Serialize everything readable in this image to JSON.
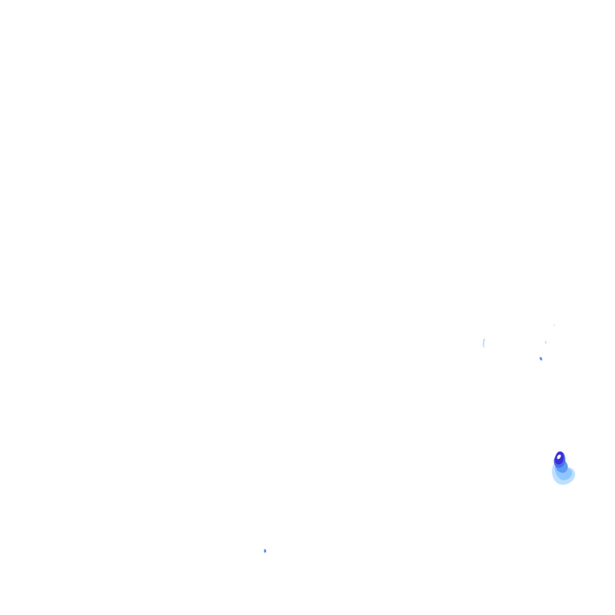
{
  "map": {
    "type": "precipitation-radar-overlay",
    "background": "#ffffff",
    "legend_colors": {
      "light": "#b8dcff",
      "light_medium": "#8cc4ff",
      "medium": "#5a9cf5",
      "medium_heavy": "#4a6fe8",
      "heavy": "#3b2fd6",
      "core": "#ffffff"
    },
    "echoes": [
      {
        "id": "cell-main",
        "intensity": "heavy"
      },
      {
        "id": "echo-1",
        "intensity": "light"
      },
      {
        "id": "echo-2",
        "intensity": "light"
      },
      {
        "id": "echo-3",
        "intensity": "medium"
      },
      {
        "id": "echo-4",
        "intensity": "medium"
      },
      {
        "id": "echo-5",
        "intensity": "trace"
      }
    ]
  }
}
